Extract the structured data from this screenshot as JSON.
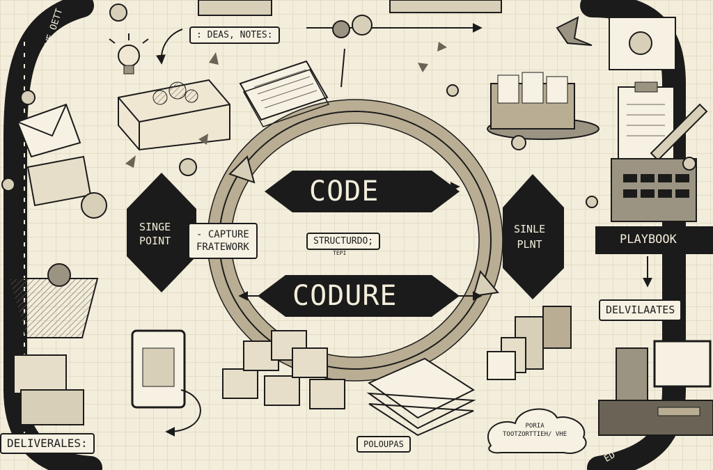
{
  "labels": {
    "top_left_track": "CAWE OETT",
    "ideas_notes": ": DEAS, NOTES:",
    "single_point_left": "SINGE\nPOINT",
    "capture_framework": "- CAPTURE\nFRATEWORK",
    "code": "CODE",
    "structurdo": "STRUCTURDO;",
    "tepu": "TEPI",
    "codure": "CODURE",
    "single_plnt_right": "SINLE\nPLNT",
    "playbook": "PLAYBOOK",
    "delvilaates": "DELVILAATES",
    "deliverales": "DELIVERALES:",
    "polopas": "POLOUPAS",
    "cloud_text": "PORIA\nTOOTZORTTIEH/ VHE",
    "bottom_right_track": "ED"
  },
  "colors": {
    "background": "#f3eddb",
    "ink": "#1b1b1b",
    "paper": "#f6f1e2",
    "sepia": "#b9ad93",
    "grid": "#e4dcc6"
  },
  "icons": [
    "lightbulb-icon",
    "gear-icon",
    "folder-box-icon",
    "envelope-icon",
    "paper-stack-icon",
    "clipboard-icon",
    "pencil-icon",
    "computer-icon",
    "cloud-icon",
    "cube-stack-icon",
    "pushpin-icon",
    "bird-icon",
    "calendar-icon",
    "calculator-icon",
    "trash-bin-icon"
  ]
}
